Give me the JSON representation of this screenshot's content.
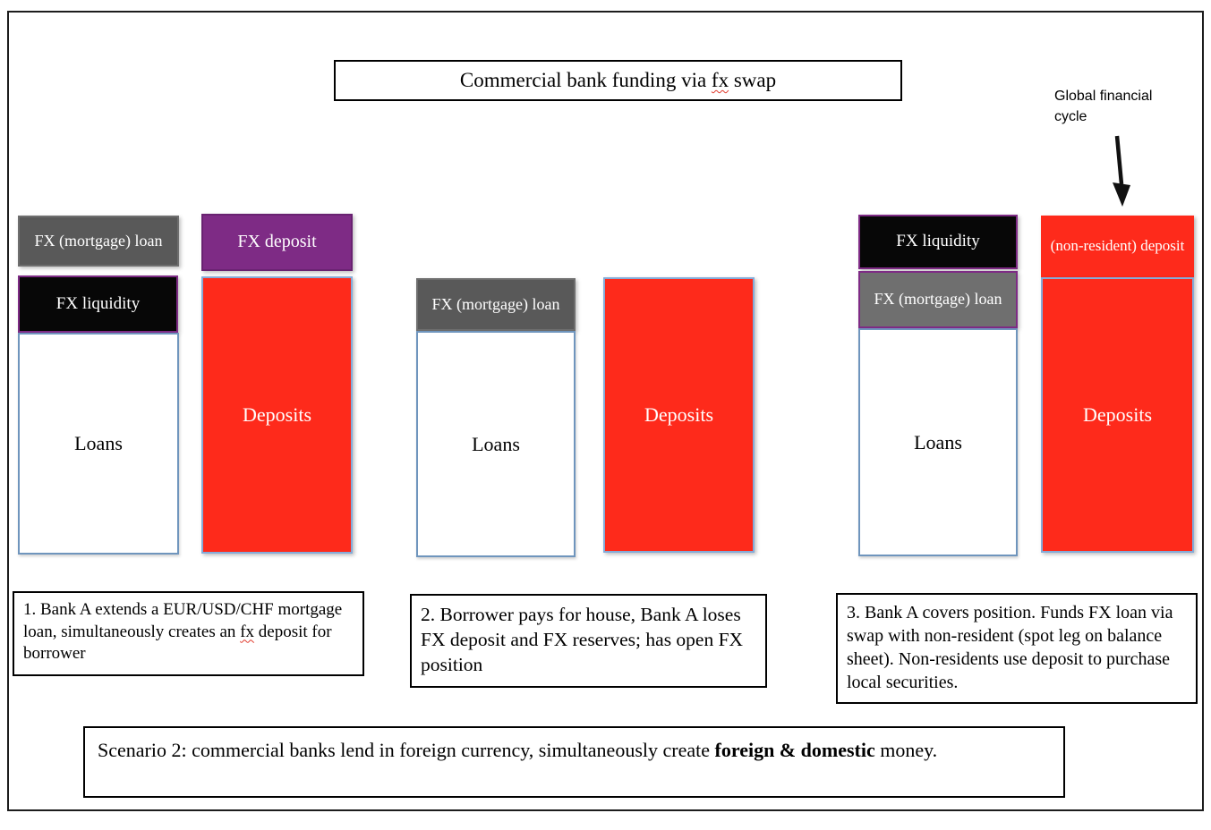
{
  "title": {
    "pre": "Commercial bank funding via ",
    "wavy": "fx",
    "post": " swap"
  },
  "annotation": {
    "label": "Global financial cycle",
    "arrow_icon": "down-arrow"
  },
  "sheets": [
    {
      "step": "1",
      "assets": [
        {
          "label": "FX (mortgage) loan"
        },
        {
          "label": "FX liquidity"
        },
        {
          "label": "Loans"
        }
      ],
      "liabilities": [
        {
          "label": "FX deposit"
        },
        {
          "label": "Deposits"
        }
      ]
    },
    {
      "step": "2",
      "assets": [
        {
          "label": "FX (mortgage) loan"
        },
        {
          "label": "Loans"
        }
      ],
      "liabilities": [
        {
          "label": "Deposits"
        }
      ]
    },
    {
      "step": "3",
      "assets": [
        {
          "label": "FX liquidity"
        },
        {
          "label": "FX (mortgage) loan"
        },
        {
          "label": "Loans"
        }
      ],
      "liabilities": [
        {
          "label": "(non-resident) deposit"
        },
        {
          "label": "Deposits"
        }
      ]
    }
  ],
  "notes": [
    {
      "pre": "1. Bank A extends a EUR/USD/CHF mortgage loan, simultaneously creates an ",
      "wavy": "fx",
      "post": " deposit for borrower"
    },
    {
      "text": "2. Borrower pays for house, Bank A loses FX deposit and FX reserves; has open FX position"
    },
    {
      "text": "3. Bank A covers position. Funds FX loan via swap with non-resident (spot leg on balance sheet). Non-residents use deposit to purchase local securities."
    }
  ],
  "scenario": {
    "pre": "Scenario 2: commercial banks lend in foreign currency, simultaneously create ",
    "bold": "foreign & domestic",
    "post": " money."
  },
  "colors": {
    "red": "#fe2a1b",
    "purple": "#7e2b85",
    "dark_gray": "#595959",
    "mid_gray": "#6f6f6f",
    "black_fill": "#070707",
    "loans_border_blue": "#6f95bd",
    "deposits_border_blue": "#85abd8",
    "squiggle_red": "#e0392b"
  }
}
